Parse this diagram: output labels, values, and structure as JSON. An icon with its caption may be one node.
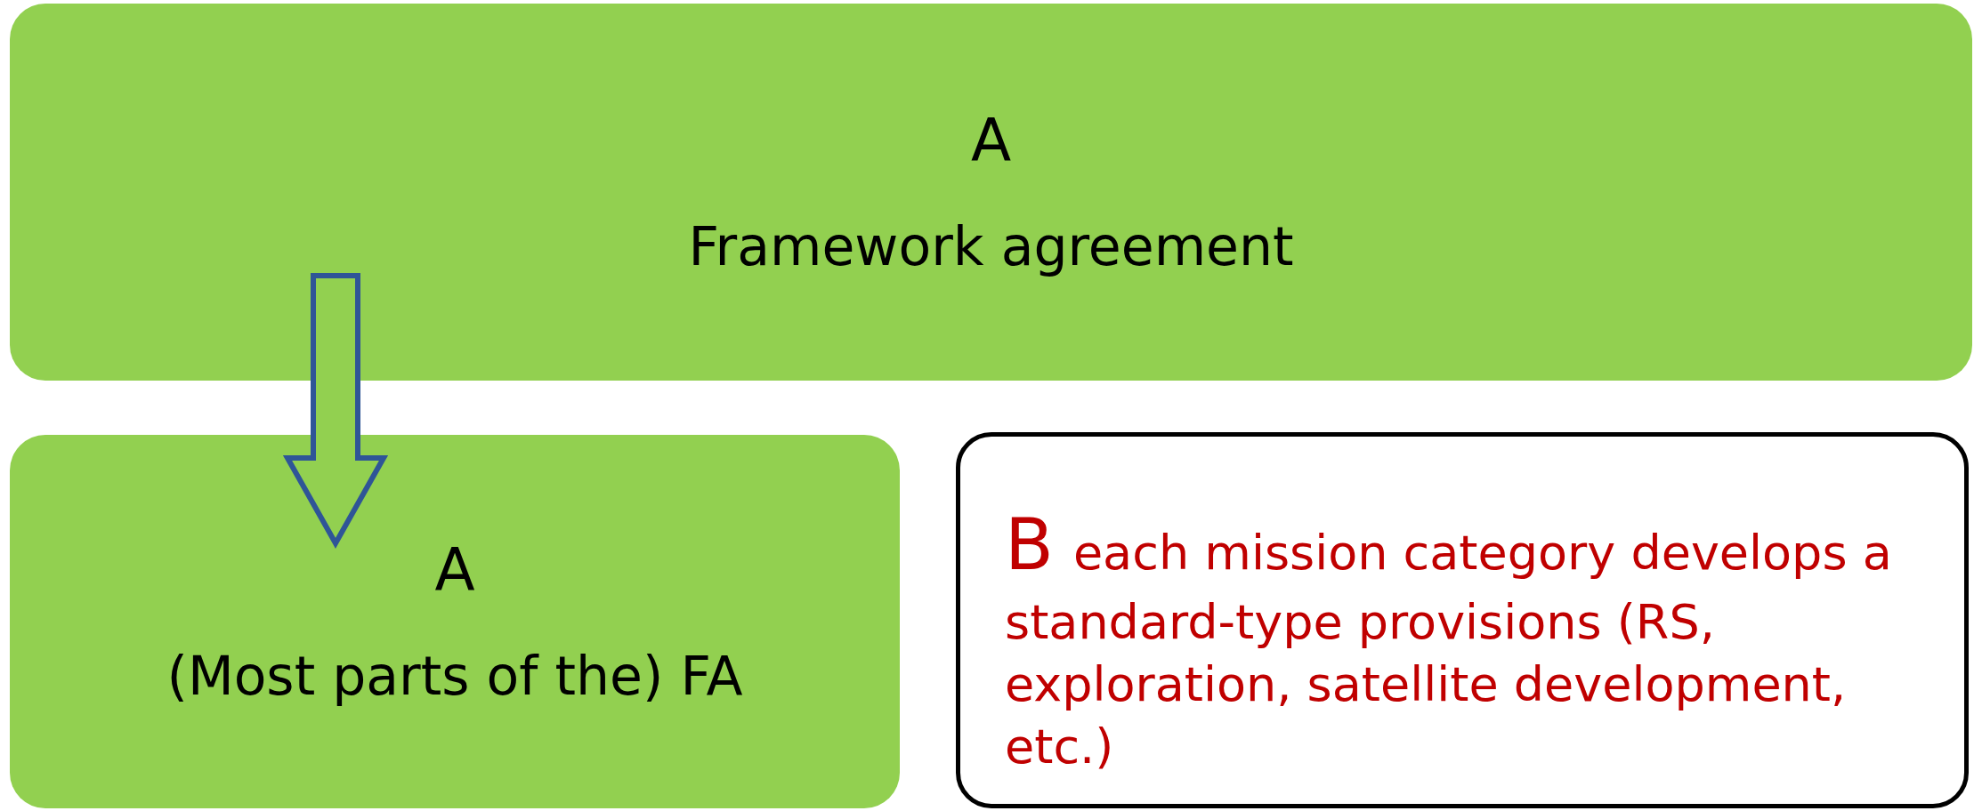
{
  "diagram": {
    "nodes": [
      {
        "text": [
          "A",
          "Framework agreement"
        ]
      },
      {
        "text": [
          "A",
          "(Most parts of the) FA"
        ]
      },
      {
        "text": [
          "B",
          "each mission category develops a standard-type provisions (RS, exploration, satellite development, etc.)"
        ]
      }
    ],
    "edges": [
      {
        "from": 0,
        "to": 1,
        "arrow": "to",
        "color": "#2f5597"
      }
    ]
  }
}
